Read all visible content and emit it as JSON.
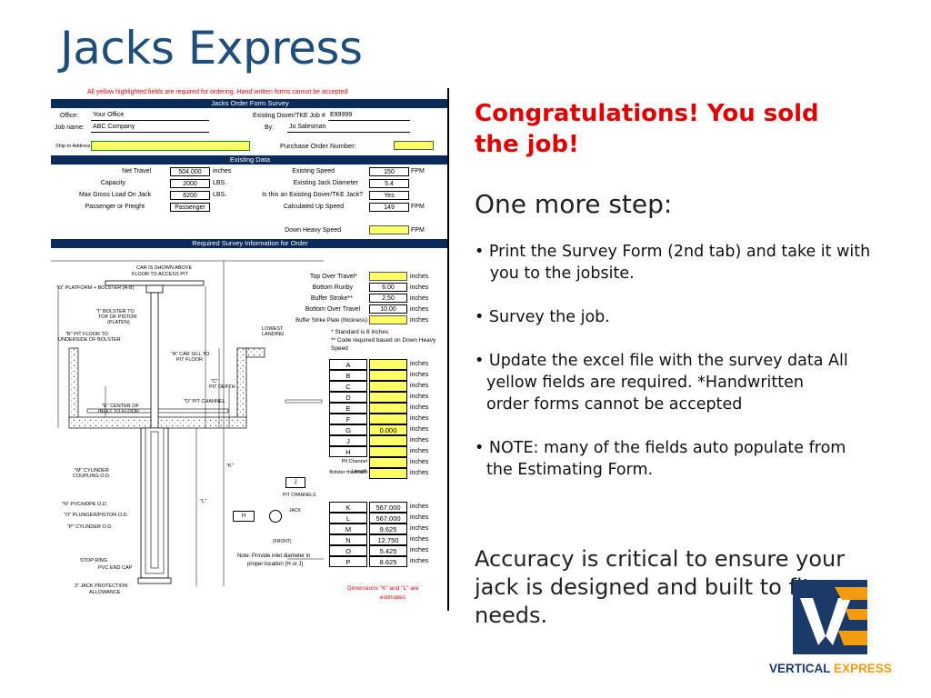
{
  "slide": {
    "title": "Jacks Express",
    "congrats": "Congratulations!   You sold the job!",
    "one_more_step": "One more step:",
    "bullets": [
      {
        "first": "• Print the Survey Form (2nd tab) and take it with",
        "rest": "   you to the jobsite."
      },
      {
        "first": "• Survey the job.",
        "rest": ""
      },
      {
        "first": "• Update the excel file with the survey data All",
        "rest": "yellow fields are required.  *Handwritten",
        "rest2": "order forms cannot be accepted"
      },
      {
        "first": "• NOTE: many of the fields auto populate from",
        "rest": "the Estimating Form."
      }
    ],
    "accuracy": "Accuracy is critical to ensure your jack is designed and built to fit needs.",
    "logo_text_vertical": "VERTICAL",
    "logo_text_express": "EXPRESS",
    "colors": {
      "title": "#1f4e79",
      "red": "#e00000",
      "navy": "#0b2a5c",
      "yellow": "#ffff66",
      "orange": "#f39c12"
    }
  },
  "form": {
    "top_note": "All yellow highlighted fields are required for ordering. Hand written forms cannot be accepted",
    "header": "Jacks Order Form Survey",
    "office_label": "Office:",
    "office_value": "Your Office",
    "jobname_label": "Job name:",
    "jobname_value": "ABC Company",
    "existing_job_label": "Existing Dover/TKE Job #",
    "existing_job_value": "E99999",
    "by_label": "By:",
    "by_value": "Jo Salesman",
    "shipto_label": "Ship to Address",
    "po_label": "Purchase Order Number:",
    "existing_data_header": "Existing Data",
    "left_fields": [
      {
        "label": "Net Travel",
        "value": "504.000",
        "unit": "inches"
      },
      {
        "label": "Capacity",
        "value": "2000",
        "unit": "LBS."
      },
      {
        "label": "Max Gross Load On Jack",
        "value": "6200",
        "unit": "LBS."
      },
      {
        "label": "Passenger or Freight",
        "value": "Passenger",
        "unit": ""
      }
    ],
    "right_fields": [
      {
        "label": "Existing Speed",
        "value": "150",
        "unit": "FPM"
      },
      {
        "label": "Existing Jack Diameter",
        "value": "5.4",
        "unit": ""
      },
      {
        "label": "Is this an Existing Dover/TKE Jack?",
        "value": "Yes",
        "unit": ""
      },
      {
        "label": "Calculated Up Speed",
        "value": "149",
        "unit": "FPM"
      }
    ],
    "down_heavy_label": "Down Heavy Speed",
    "down_heavy_unit": "FPM",
    "survey_header": "Required Survey Information for Order",
    "survey_fields": [
      {
        "label": "Top Over Travel*",
        "value": "",
        "unit": "inches",
        "yellow": true
      },
      {
        "label": "Bottom Runby",
        "value": "6.00",
        "unit": "inches",
        "yellow": false
      },
      {
        "label": "Buffer Stroke**",
        "value": "2.50",
        "unit": "inches",
        "yellow": false
      },
      {
        "label": "Bottom Over Travel",
        "value": "10.00",
        "unit": "inches",
        "yellow": false
      },
      {
        "label": "Buffer Strike Plate (thickness)",
        "value": "",
        "unit": "inches",
        "yellow": true
      }
    ],
    "notes": [
      "* Standard is 6 inches",
      "** Code required based on Down Heavy",
      "Speed"
    ],
    "letter_rows": [
      {
        "letter": "A",
        "value": ""
      },
      {
        "letter": "B",
        "value": ""
      },
      {
        "letter": "C",
        "value": ""
      },
      {
        "letter": "D",
        "value": ""
      },
      {
        "letter": "E",
        "value": ""
      },
      {
        "letter": "F",
        "value": ""
      },
      {
        "letter": "G",
        "value": "0.000"
      },
      {
        "letter": "J",
        "value": ""
      },
      {
        "letter": "H",
        "value": ""
      },
      {
        "letter": "Pit Channel Length",
        "value": ""
      },
      {
        "letter": "Bolster thickness",
        "value": ""
      }
    ],
    "letter_unit": "inches",
    "calc_rows": [
      {
        "letter": "K",
        "value": "567.000"
      },
      {
        "letter": "L",
        "value": "567.000"
      },
      {
        "letter": "M",
        "value": "9.625"
      },
      {
        "letter": "N",
        "value": "12.750"
      },
      {
        "letter": "O",
        "value": "5.425"
      },
      {
        "letter": "P",
        "value": "8.625"
      }
    ],
    "diagram_labels": {
      "car_shown": "CAR IS SHOWN ABOVE",
      "car_shown2": "FLOOR TO ACCESS PIT",
      "g_platform": "\"G\" PLATFORM + BOLSTER (A-B)",
      "i_bolster": "\"I\" BOLSTER TO",
      "i_bolster2": "TOP OF PISTON",
      "i_bolster3": "(PLATEN)",
      "b_pit": "\"B\" PIT FLOOR TO",
      "b_pit2": "UNDERSIDE OF BOLSTER",
      "lowest": "LOWEST",
      "landing": "LANDING",
      "a_car": "\"A\" CAR SILL TO",
      "a_car2": "PIT FLOOR",
      "c_pit": "\"C\"",
      "c_pit2": "PIT DEPTH",
      "d_pit": "\"D\" PIT CHANNEL",
      "e_center": "\"E\" CENTER OF",
      "e_center2": "INLET TO FLOOR",
      "k": "\"K\"",
      "l": "\"L\"",
      "m_cyl": "\"M\" CYLINDER",
      "m_cyl2": "COUPLING O.D.",
      "n_pvc": "\"N\" PVC/HDPE O.D.",
      "o_plunger": "\"O\" PLUNGER/PISTON O.D.",
      "p_cyl": "\"P\" CYLINDER O.D.",
      "stop_ring": "STOP RING",
      "pvc_end": "PVC END CAP",
      "jack_prot": "3\"  JACK PROTECTION",
      "allowance": "ALLOWANCE",
      "j": "J",
      "pit_channels": "PIT CHANNELS",
      "jack": "JACK",
      "h": "H",
      "front": "(FRONT)",
      "note1": "Note: Provide inlet diameter in",
      "note2": "proper location (H or J)",
      "dims1": "Dimensions \"K\" and \"L\" are",
      "dims2": "estimates"
    }
  }
}
